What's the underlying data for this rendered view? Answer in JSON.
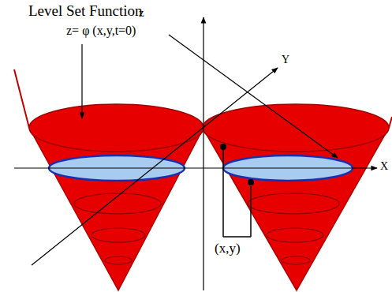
{
  "diagram": {
    "title": "Level Set Function",
    "labels": [
      "z",
      "z= φ (x,y,t=0)",
      "Y",
      "X",
      "(x,y)"
    ]
  }
}
